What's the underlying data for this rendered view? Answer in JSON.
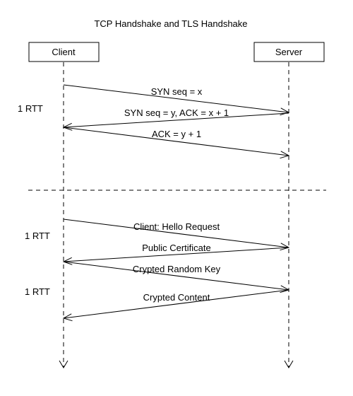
{
  "title": "TCP Handshake and TLS Handshake",
  "participants": [
    {
      "id": "client",
      "label": "Client"
    },
    {
      "id": "server",
      "label": "Server"
    }
  ],
  "messages": [
    {
      "label": "SYN seq = x",
      "from": "client",
      "to": "server"
    },
    {
      "label": "SYN seq = y, ACK = x + 1",
      "from": "server",
      "to": "client"
    },
    {
      "label": "ACK = y + 1",
      "from": "client",
      "to": "server"
    },
    {
      "label": "Client: Hello Request",
      "from": "client",
      "to": "server"
    },
    {
      "label": "Public Certificate",
      "from": "server",
      "to": "client"
    },
    {
      "label": "Crypted Random Key",
      "from": "client",
      "to": "server"
    },
    {
      "label": "Crypted Content",
      "from": "server",
      "to": "client"
    }
  ],
  "notes": [
    {
      "label": "1 RTT"
    },
    {
      "label": "1 RTT"
    },
    {
      "label": "1 RTT"
    }
  ]
}
